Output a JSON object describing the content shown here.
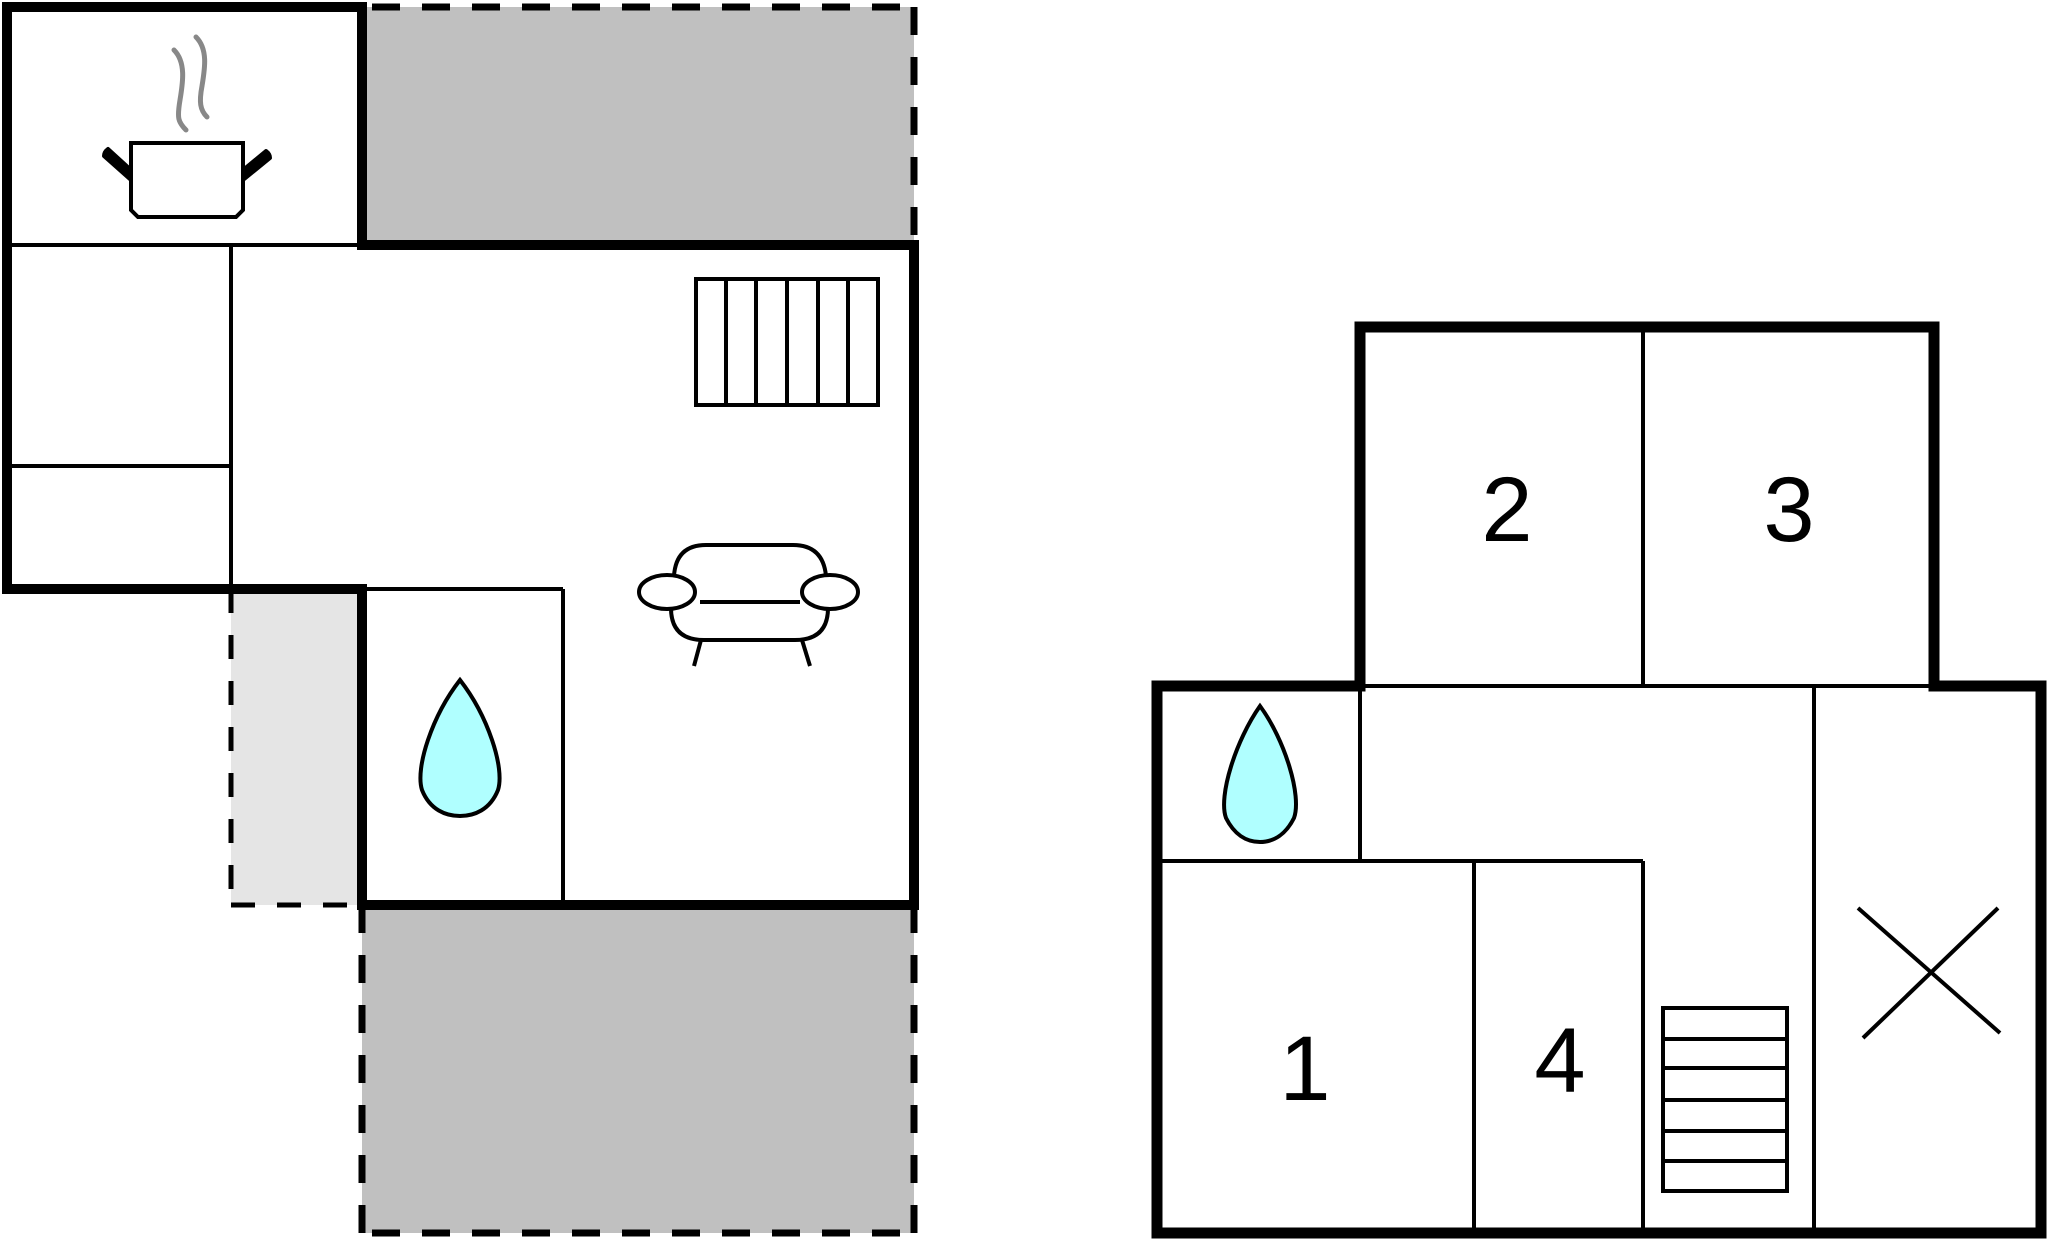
{
  "colors": {
    "wall": "#000000",
    "terrace": "#c0c0c0",
    "terrace_light": "#e5e5e5",
    "water": "#b0ffff",
    "steam": "#888888",
    "background": "#ffffff"
  },
  "ground_floor": {
    "rooms": [
      {
        "name": "kitchen",
        "icon": "cooking-pot-icon"
      },
      {
        "name": "living-room",
        "icons": [
          "radiator-icon",
          "sofa-icon"
        ]
      },
      {
        "name": "bathroom",
        "icon": "water-drop-icon"
      },
      {
        "name": "terrace-top"
      },
      {
        "name": "terrace-bottom"
      },
      {
        "name": "terrace-side"
      }
    ]
  },
  "upper_floor": {
    "rooms": [
      {
        "name": "bedroom-1",
        "label": "1"
      },
      {
        "name": "bedroom-2",
        "label": "2"
      },
      {
        "name": "bedroom-3",
        "label": "3"
      },
      {
        "name": "bedroom-4",
        "label": "4"
      },
      {
        "name": "bathroom",
        "icon": "water-drop-icon"
      },
      {
        "name": "hallway",
        "icon": "stairs-icon"
      },
      {
        "name": "void",
        "icon": "cross-icon"
      }
    ]
  }
}
